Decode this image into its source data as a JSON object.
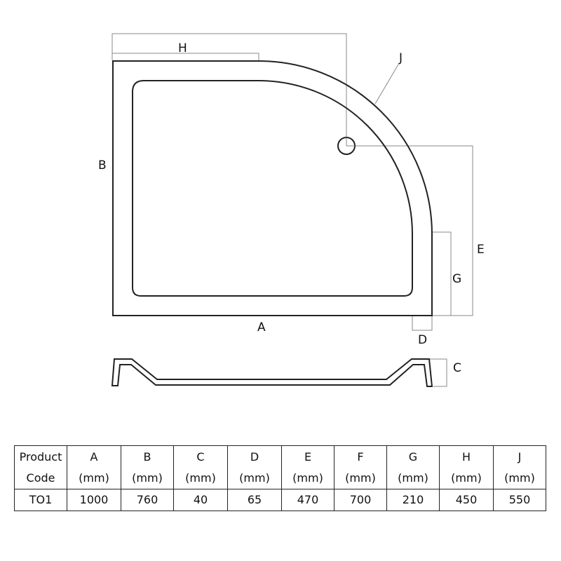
{
  "drawing": {
    "labels": {
      "A": "A",
      "B": "B",
      "C": "C",
      "D": "D",
      "E": "E",
      "G": "G",
      "H": "H",
      "J": "J"
    },
    "colors": {
      "outline": "#222222",
      "dimension": "#888888",
      "background": "#ffffff"
    }
  },
  "table": {
    "header": [
      {
        "line1": "Product",
        "line2": "Code"
      },
      {
        "line1": "A",
        "line2": "(mm)"
      },
      {
        "line1": "B",
        "line2": "(mm)"
      },
      {
        "line1": "C",
        "line2": "(mm)"
      },
      {
        "line1": "D",
        "line2": "(mm)"
      },
      {
        "line1": "E",
        "line2": "(mm)"
      },
      {
        "line1": "F",
        "line2": "(mm)"
      },
      {
        "line1": "G",
        "line2": "(mm)"
      },
      {
        "line1": "H",
        "line2": "(mm)"
      },
      {
        "line1": "J",
        "line2": "(mm)"
      }
    ],
    "rows": [
      [
        "TO1",
        "1000",
        "760",
        "40",
        "65",
        "470",
        "700",
        "210",
        "450",
        "550"
      ]
    ]
  }
}
